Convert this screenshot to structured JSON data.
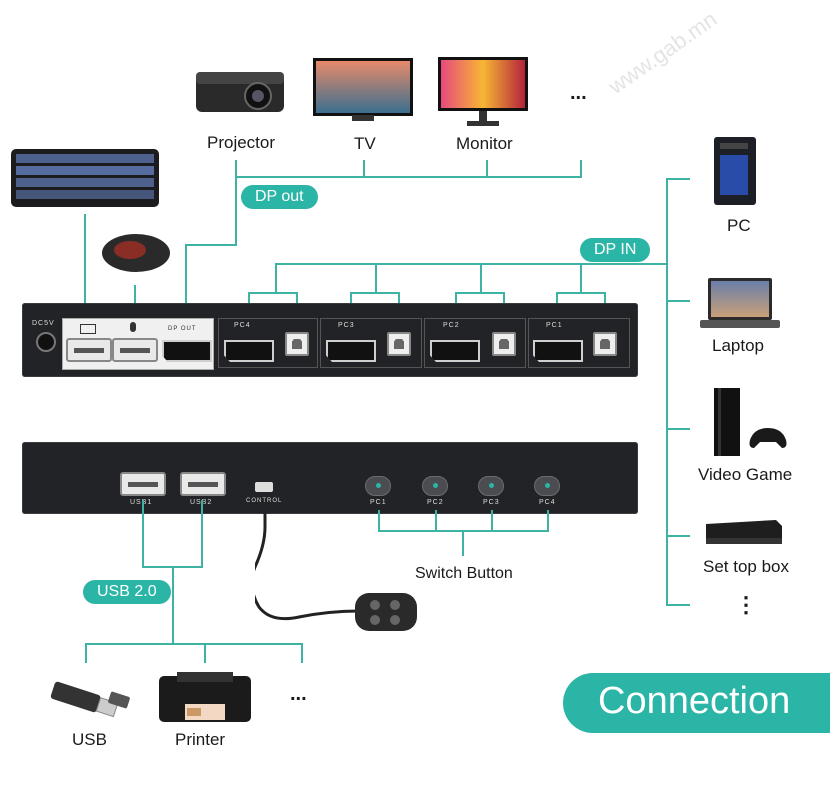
{
  "labels": {
    "projector": "Projector",
    "tv": "TV",
    "monitor": "Monitor",
    "more_top": "...",
    "pc": "PC",
    "laptop": "Laptop",
    "video_game": "Video Game",
    "set_top_box": "Set top box",
    "more_right": "⋮",
    "switch_button": "Switch Button",
    "usb": "USB",
    "printer": "Printer",
    "more_bottom": "..."
  },
  "pills": {
    "dp_out": "DP out",
    "dp_in": "DP IN",
    "usb_20": "USB 2.0"
  },
  "banner": {
    "text": "Connection"
  },
  "rear_panel": {
    "dc": "DC5V",
    "dp_out": "DP OUT",
    "ports": [
      "PC4",
      "PC3",
      "PC2",
      "PC1"
    ]
  },
  "front_panel": {
    "usb1": "USB1",
    "usb2": "USB2",
    "control": "CONTROL",
    "buttons": [
      "PC1",
      "PC2",
      "PC3",
      "PC4"
    ]
  },
  "watermark": "www.gab.mn",
  "colors": {
    "accent": "#2bb5a6",
    "panel": "#222326"
  }
}
